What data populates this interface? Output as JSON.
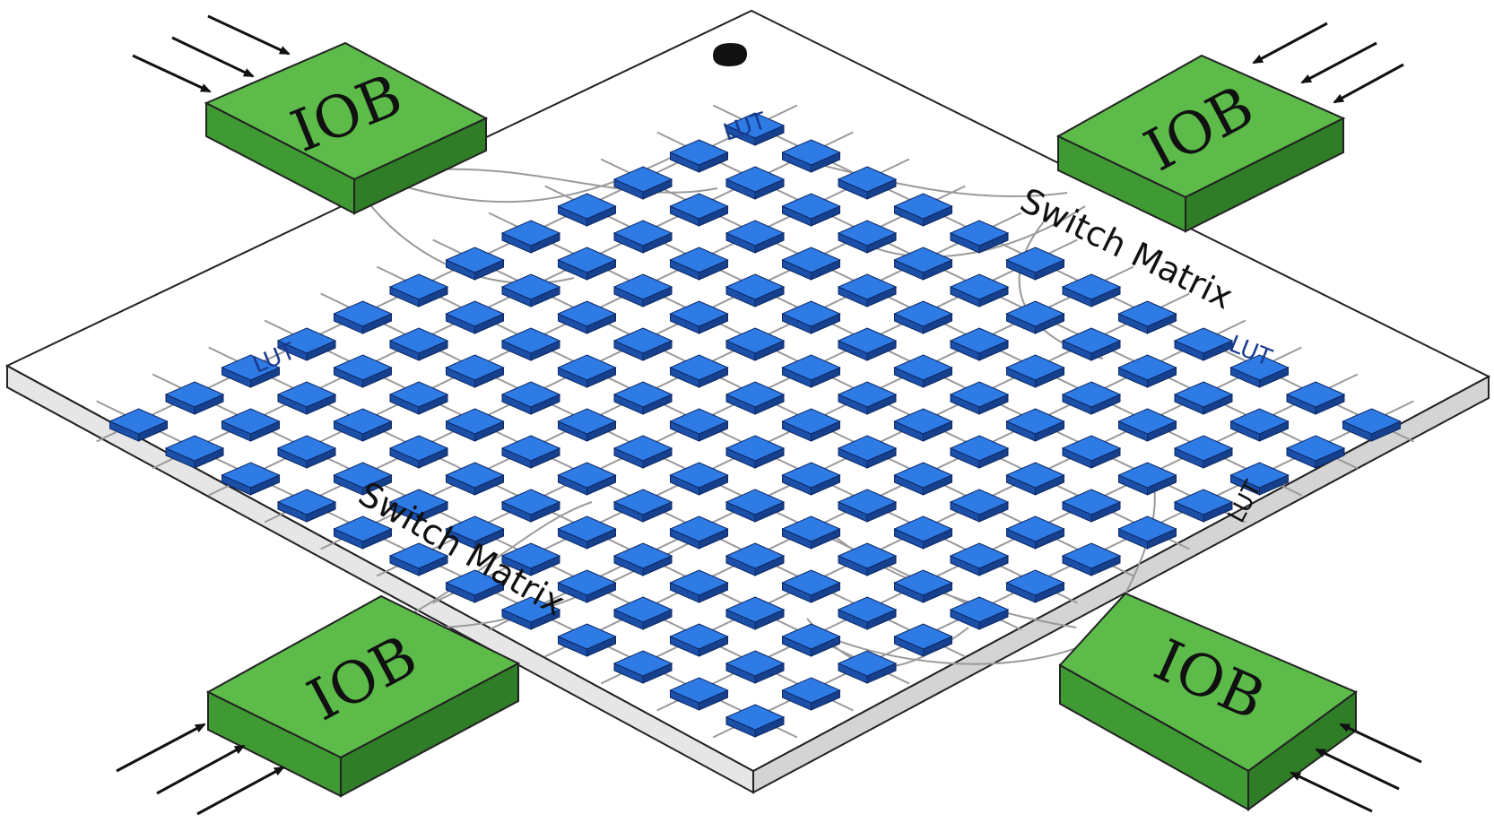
{
  "labels": {
    "iob_top_left": "IOB",
    "iob_top_right": "IOB",
    "iob_bottom_left": "IOB",
    "iob_bottom_right": "IOB",
    "lut_top": "LUT",
    "lut_left": "LUT",
    "lut_right": "LUT",
    "lut_bottom_right": "LUT",
    "switch_matrix_right": "Switch Matrix",
    "switch_matrix_left": "Switch Matrix"
  },
  "grid": {
    "rows": 12,
    "cols": 12
  },
  "colors": {
    "board_top": "#ffffff",
    "board_edge": "#e2e2e2",
    "iob_top": "#5dbb4a",
    "iob_front": "#3f9a33",
    "iob_side": "#2f7d27",
    "lut_top": "#2f7be6",
    "lut_side": "#1c4fa8",
    "lut_label_blue": "#1a3b8f",
    "wire": "#9a9a9a"
  }
}
